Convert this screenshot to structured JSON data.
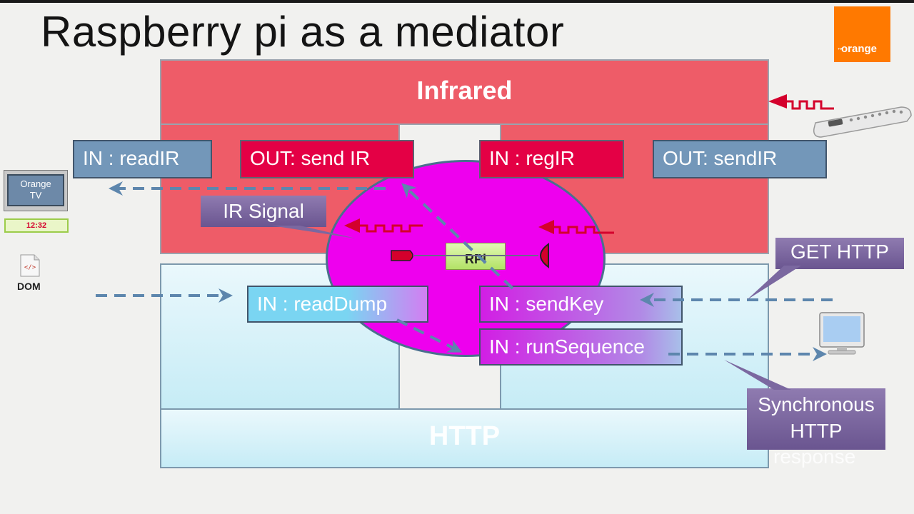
{
  "slide": {
    "title": "Raspberry pi as a mediator",
    "logo_text": "orange",
    "logo_mark": "™"
  },
  "zones": {
    "infrared": "Infrared",
    "http": "HTTP"
  },
  "ir_boxes": {
    "read_ir": "IN : readIR",
    "send_ir_out": "OUT: send IR",
    "reg_ir": "IN : regIR",
    "send_ir": "OUT: sendIR"
  },
  "http_boxes": {
    "read_dump": "IN : readDump",
    "send_key": "IN : sendKey",
    "run_sequence": "IN : runSequence"
  },
  "callouts": {
    "ir_signal": "IR Signal",
    "get_http": "GET HTTP",
    "sync_line1": "Synchronous",
    "sync_line2": "HTTP",
    "response": "response"
  },
  "devices": {
    "tv_line1": "Orange",
    "tv_line2": "TV",
    "stb_time": "12:32",
    "dom": "DOM",
    "rpi": "RPi"
  },
  "colors": {
    "infrared": "#ee5c68",
    "mediator": "#ee00ee",
    "orange_brand": "#ff7900",
    "ir_wave": "#d4002c",
    "arrow": "#5d86ad"
  }
}
